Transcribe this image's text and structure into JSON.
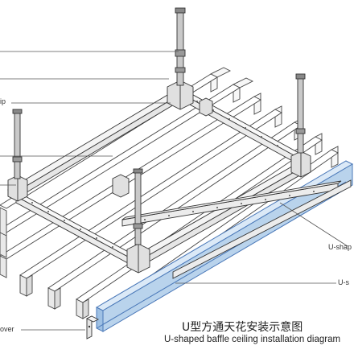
{
  "title": {
    "cn": "U型方通天花安装示意图",
    "en": "U-shaped baffle ceiling installation diagram"
  },
  "labels": {
    "clip": "ip",
    "u_shape_1": "U-shap",
    "u_shape_2": "U-s",
    "cover": "over"
  },
  "colors": {
    "line": "#333333",
    "baffle_fill": "#f7f7f7",
    "baffle_front": "#e9e9e9",
    "rod": "#555555",
    "blue_fill": "#b9d3ec",
    "blue_stroke": "#4a78b8"
  }
}
